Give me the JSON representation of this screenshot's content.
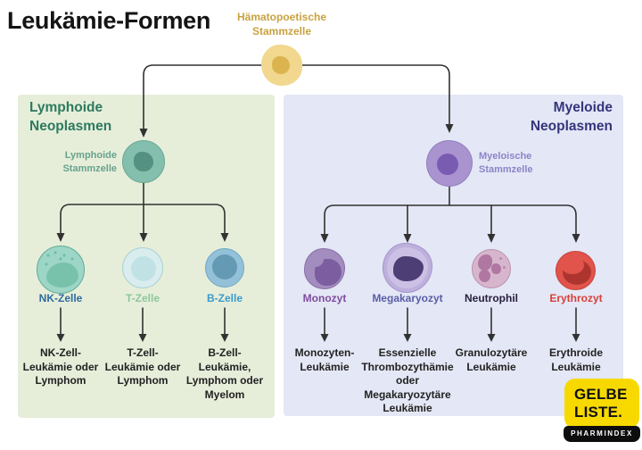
{
  "title": "Leukämie-Formen",
  "root_cell": {
    "label": [
      "Hämatopoetische",
      "Stammzelle"
    ]
  },
  "lymphoid": {
    "heading": [
      "Lymphoide",
      "Neoplasmen"
    ],
    "stem_label": [
      "Lymphoide",
      "Stammzelle"
    ],
    "cells": [
      {
        "name": "NK-Zelle",
        "diseases": [
          "NK-Zell-",
          "Leukämie oder",
          "Lymphom"
        ]
      },
      {
        "name": "T-Zelle",
        "diseases": [
          "T-Zell-",
          "Leukämie oder",
          "Lymphom"
        ]
      },
      {
        "name": "B-Zelle",
        "diseases": [
          "B-Zell-",
          "Leukämie,",
          "Lymphom oder",
          "Myelom"
        ]
      }
    ]
  },
  "myeloid": {
    "heading": [
      "Myeloide",
      "Neoplasmen"
    ],
    "stem_label": [
      "Myeloische",
      "Stammzelle"
    ],
    "cells": [
      {
        "name": "Monozyt",
        "diseases": [
          "Monozyten-",
          "Leukämie"
        ]
      },
      {
        "name": "Megakaryozyt",
        "diseases": [
          "Essenzielle",
          "Thrombozythämie",
          "oder",
          "Megakaryozytäre",
          "Leukämie"
        ]
      },
      {
        "name": "Neutrophil",
        "diseases": [
          "Granulozytäre",
          "Leukämie"
        ]
      },
      {
        "name": "Erythrozyt",
        "diseases": [
          "Erythroide",
          "Leukämie"
        ]
      }
    ]
  },
  "logo": {
    "line1": "GELBE",
    "line2": "LISTE.",
    "tagline": "PHARMINDEX"
  },
  "colors": {
    "lymphoid_panel_bg": "#e6eeda",
    "myeloid_panel_bg": "#e4e7f5",
    "lymphoid_heading": "#2d7a5f",
    "myeloid_heading": "#35357d",
    "root_label": "#c9a23f",
    "root_cell": "#f2d88f",
    "lymphoid_stem_cell": "#84bfae",
    "myeloid_stem_cell": "#a994cf",
    "nk_label": "#2e6b9e",
    "t_label": "#8cc79c",
    "b_label": "#3b9bcd",
    "monozyt_label": "#7e4da0",
    "megakaryozyt_label": "#5a5ea6",
    "neutrophil_label": "#27203f",
    "erythrozyt_label": "#d8403a",
    "erythrozyt_cell": "#e1544c",
    "connector_line": "#323232",
    "logo_yellow": "#f7d900",
    "logo_black": "#0d0d0d"
  }
}
